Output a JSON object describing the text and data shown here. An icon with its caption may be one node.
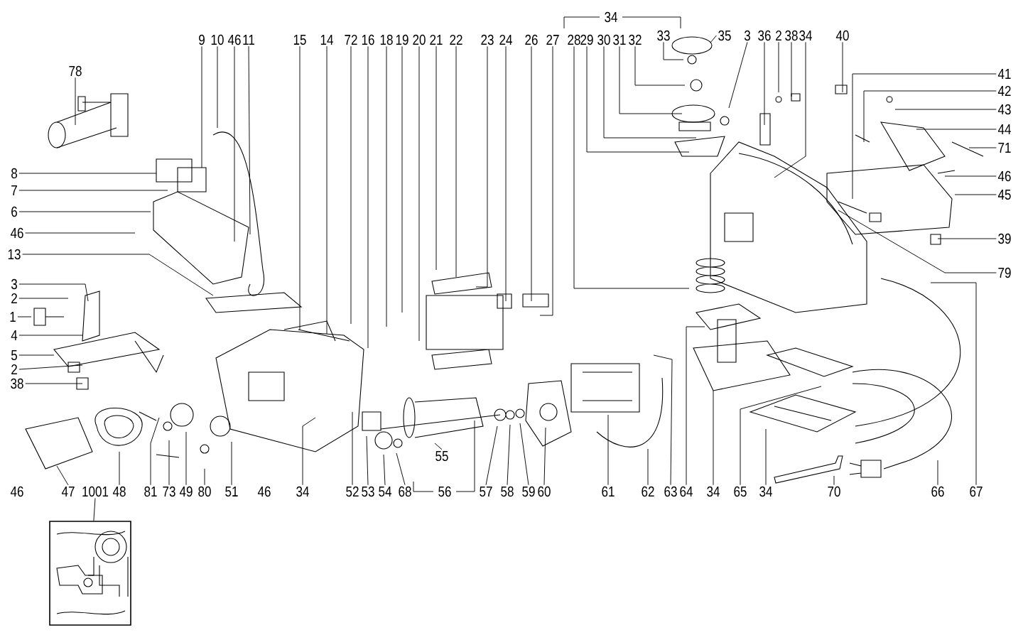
{
  "diagram": {
    "nodes": [
      {
        "text": [
          "9"
        ]
      },
      {
        "text": [
          "10"
        ]
      },
      {
        "text": [
          "46"
        ]
      },
      {
        "text": [
          "11"
        ]
      },
      {
        "text": [
          "15"
        ]
      },
      {
        "text": [
          "14"
        ]
      },
      {
        "text": [
          "72"
        ]
      },
      {
        "text": [
          "16"
        ]
      },
      {
        "text": [
          "18"
        ]
      },
      {
        "text": [
          "19"
        ]
      },
      {
        "text": [
          "20"
        ]
      },
      {
        "text": [
          "21"
        ]
      },
      {
        "text": [
          "22"
        ]
      },
      {
        "text": [
          "23"
        ]
      },
      {
        "text": [
          "24"
        ]
      },
      {
        "text": [
          "26"
        ]
      },
      {
        "text": [
          "27"
        ]
      },
      {
        "text": [
          "28"
        ]
      },
      {
        "text": [
          "29"
        ]
      },
      {
        "text": [
          "30"
        ]
      },
      {
        "text": [
          "31"
        ]
      },
      {
        "text": [
          "32"
        ]
      },
      {
        "text": [
          "33"
        ]
      },
      {
        "text": [
          "35"
        ]
      },
      {
        "text": [
          "3"
        ]
      },
      {
        "text": [
          "36"
        ]
      },
      {
        "text": [
          "2"
        ]
      },
      {
        "text": [
          "38"
        ]
      },
      {
        "text": [
          "34"
        ]
      },
      {
        "text": [
          "40"
        ]
      },
      {
        "text": [
          "78"
        ]
      },
      {
        "text": [
          "41"
        ]
      },
      {
        "text": [
          "42"
        ]
      },
      {
        "text": [
          "43"
        ]
      },
      {
        "text": [
          "44"
        ]
      },
      {
        "text": [
          "71"
        ]
      },
      {
        "text": [
          "8"
        ]
      },
      {
        "text": [
          "46"
        ]
      },
      {
        "text": [
          "7"
        ]
      },
      {
        "text": [
          "45"
        ]
      },
      {
        "text": [
          "6"
        ]
      },
      {
        "text": [
          "46"
        ]
      },
      {
        "text": [
          "39"
        ]
      },
      {
        "text": [
          "13"
        ]
      },
      {
        "text": [
          "79"
        ]
      },
      {
        "text": [
          "3"
        ]
      },
      {
        "text": [
          "2"
        ]
      },
      {
        "text": [
          "1"
        ]
      },
      {
        "text": [
          "4"
        ]
      },
      {
        "text": [
          "5"
        ]
      },
      {
        "text": [
          "2"
        ]
      },
      {
        "text": [
          "38"
        ]
      },
      {
        "text": [
          "55"
        ]
      },
      {
        "text": [
          "47"
        ]
      },
      {
        "text": [
          "1001"
        ]
      },
      {
        "text": [
          "48"
        ]
      },
      {
        "text": [
          "81"
        ]
      },
      {
        "text": [
          "73"
        ]
      },
      {
        "text": [
          "49"
        ]
      },
      {
        "text": [
          "80"
        ]
      },
      {
        "text": [
          "51"
        ]
      },
      {
        "text": [
          "34"
        ]
      },
      {
        "text": [
          "52"
        ]
      },
      {
        "text": [
          "53"
        ]
      },
      {
        "text": [
          "54"
        ]
      },
      {
        "text": [
          "68"
        ]
      },
      {
        "text": [
          "57"
        ]
      },
      {
        "text": [
          "58"
        ]
      },
      {
        "text": [
          "59"
        ]
      },
      {
        "text": [
          "60"
        ]
      },
      {
        "text": [
          "61"
        ]
      },
      {
        "text": [
          "62"
        ]
      },
      {
        "text": [
          "63"
        ]
      },
      {
        "text": [
          "64"
        ]
      },
      {
        "text": [
          "34"
        ]
      },
      {
        "text": [
          "65"
        ]
      },
      {
        "text": [
          "34"
        ]
      },
      {
        "text": [
          "70"
        ]
      },
      {
        "text": [
          "66"
        ]
      },
      {
        "text": [
          "67"
        ]
      },
      {
        "text": [],
        "shape": "picture"
      }
    ],
    "edges": [
      {
        "from": 0,
        "to": null,
        "arrow": "none"
      },
      {
        "from": 1,
        "to": null,
        "arrow": "none"
      },
      {
        "from": 2,
        "to": null,
        "arrow": "none"
      },
      {
        "from": 3,
        "to": null,
        "arrow": "none"
      },
      {
        "from": 4,
        "to": null,
        "arrow": "none"
      },
      {
        "from": 5,
        "to": null,
        "arrow": "none"
      },
      {
        "from": 6,
        "to": null,
        "arrow": "none"
      },
      {
        "from": 7,
        "to": null,
        "arrow": "none"
      },
      {
        "from": 8,
        "to": null,
        "arrow": "none"
      },
      {
        "from": 9,
        "to": null,
        "arrow": "none"
      },
      {
        "from": 10,
        "to": null,
        "arrow": "none"
      },
      {
        "from": 11,
        "to": null,
        "arrow": "none"
      },
      {
        "from": 12,
        "to": null,
        "arrow": "none"
      },
      {
        "from": 13,
        "to": null,
        "arrow": "none"
      },
      {
        "from": 14,
        "to": null,
        "arrow": "none"
      },
      {
        "from": 15,
        "to": null,
        "arrow": "none"
      },
      {
        "from": 16,
        "to": null,
        "arrow": "none"
      },
      {
        "from": 17,
        "to": null,
        "arrow": "none"
      },
      {
        "from": 18,
        "to": null,
        "arrow": "none"
      },
      {
        "from": 19,
        "to": null,
        "arrow": "none"
      },
      {
        "from": 20,
        "to": null,
        "arrow": "none"
      },
      {
        "from": 21,
        "to": null,
        "arrow": "none"
      },
      {
        "from": 22,
        "to": null,
        "arrow": "none"
      },
      {
        "from": 23,
        "to": null,
        "arrow": "none"
      },
      {
        "from": 24,
        "to": null,
        "arrow": "none"
      },
      {
        "from": 25,
        "to": null,
        "arrow": "none"
      },
      {
        "from": 26,
        "to": null,
        "arrow": "none"
      },
      {
        "from": 27,
        "to": null,
        "arrow": "none"
      },
      {
        "from": 28,
        "to": null,
        "arrow": "none"
      },
      {
        "from": 29,
        "to": null,
        "arrow": "none"
      },
      {
        "from": 30,
        "to": null,
        "arrow": "none"
      },
      {
        "from": 31,
        "to": null,
        "arrow": "none"
      },
      {
        "from": 32,
        "to": null,
        "arrow": "none"
      },
      {
        "from": 33,
        "to": null,
        "arrow": "none"
      },
      {
        "from": 34,
        "to": null,
        "arrow": "none"
      },
      {
        "from": 35,
        "to": null,
        "arrow": "none"
      },
      {
        "from": 36,
        "to": null,
        "arrow": "none"
      },
      {
        "from": 37,
        "to": null,
        "arrow": "none"
      },
      {
        "from": 38,
        "to": null,
        "arrow": "none"
      },
      {
        "from": 39,
        "to": null,
        "arrow": "none"
      },
      {
        "from": 40,
        "to": null,
        "arrow": "none"
      },
      {
        "from": 41,
        "to": null,
        "arrow": "none"
      },
      {
        "from": 42,
        "to": null,
        "arrow": "none"
      },
      {
        "from": 43,
        "to": null,
        "arrow": "none"
      },
      {
        "from": 44,
        "to": null,
        "arrow": "none"
      },
      {
        "from": 45,
        "to": null,
        "arrow": "none"
      },
      {
        "from": 46,
        "to": null,
        "arrow": "none"
      },
      {
        "from": 47,
        "to": null,
        "arrow": "none"
      },
      {
        "from": 48,
        "to": null,
        "arrow": "none"
      },
      {
        "from": 49,
        "to": null,
        "arrow": "none"
      },
      {
        "from": 50,
        "to": null,
        "arrow": "none"
      },
      {
        "from": 51,
        "to": null,
        "arrow": "none"
      },
      {
        "from": 52,
        "to": null,
        "arrow": "none"
      },
      {
        "from": 53,
        "to": null,
        "arrow": "none"
      },
      {
        "from": 54,
        "to": 80,
        "arrow": "none"
      },
      {
        "from": 55,
        "to": null,
        "arrow": "none"
      },
      {
        "from": 56,
        "to": null,
        "arrow": "none"
      },
      {
        "from": 57,
        "to": null,
        "arrow": "none"
      },
      {
        "from": 58,
        "to": null,
        "arrow": "none"
      },
      {
        "from": 59,
        "to": null,
        "arrow": "none"
      },
      {
        "from": 60,
        "to": null,
        "arrow": "none"
      },
      {
        "from": 61,
        "to": null,
        "arrow": "none"
      },
      {
        "from": 62,
        "to": null,
        "arrow": "none"
      },
      {
        "from": 63,
        "to": null,
        "arrow": "none"
      },
      {
        "from": 64,
        "to": null,
        "arrow": "none"
      },
      {
        "from": 65,
        "to": null,
        "arrow": "none"
      },
      {
        "from": 66,
        "to": null,
        "arrow": "none"
      },
      {
        "from": 67,
        "to": null,
        "arrow": "none"
      },
      {
        "from": 68,
        "to": null,
        "arrow": "none"
      },
      {
        "from": 69,
        "to": null,
        "arrow": "none"
      },
      {
        "from": 70,
        "to": null,
        "arrow": "none"
      },
      {
        "from": 71,
        "to": null,
        "arrow": "none"
      },
      {
        "from": 72,
        "to": null,
        "arrow": "none"
      },
      {
        "from": 73,
        "to": null,
        "arrow": "none"
      },
      {
        "from": 74,
        "to": null,
        "arrow": "none"
      },
      {
        "from": 75,
        "to": null,
        "arrow": "none"
      },
      {
        "from": 76,
        "to": null,
        "arrow": "none"
      },
      {
        "from": 77,
        "to": null,
        "arrow": "none"
      },
      {
        "from": 78,
        "to": null,
        "arrow": "none"
      },
      {
        "from": 79,
        "to": null,
        "arrow": "none"
      }
    ],
    "labels": [
      "34",
      "46",
      "46",
      "56"
    ]
  }
}
